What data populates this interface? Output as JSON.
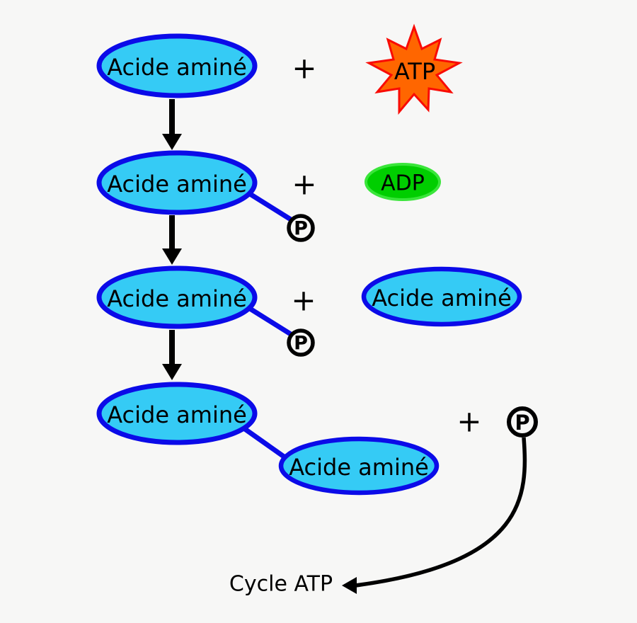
{
  "background": "#F7F7F6",
  "colors": {
    "amino_fill": "#35CBF5",
    "amino_stroke": "#0B0BE8",
    "atp_fill": "#FF6600",
    "atp_stroke": "#F90B05",
    "adp_fill": "#00CE00",
    "adp_stroke": "#3AE53A",
    "line": "#000000"
  },
  "steps": [
    {
      "reactant": "Acide aminé",
      "operator": "+",
      "product": "ATP"
    },
    {
      "reactant": "Acide aminé",
      "phosphate": "P",
      "operator": "+",
      "product": "ADP"
    },
    {
      "reactant": "Acide aminé",
      "phosphate": "P",
      "operator": "+",
      "product": "Acide aminé"
    },
    {
      "reactant": "Acide aminé",
      "bonded": "Acide aminé",
      "operator": "+",
      "released": "P"
    }
  ],
  "footer": {
    "cycle_label": "Cycle ATP"
  }
}
